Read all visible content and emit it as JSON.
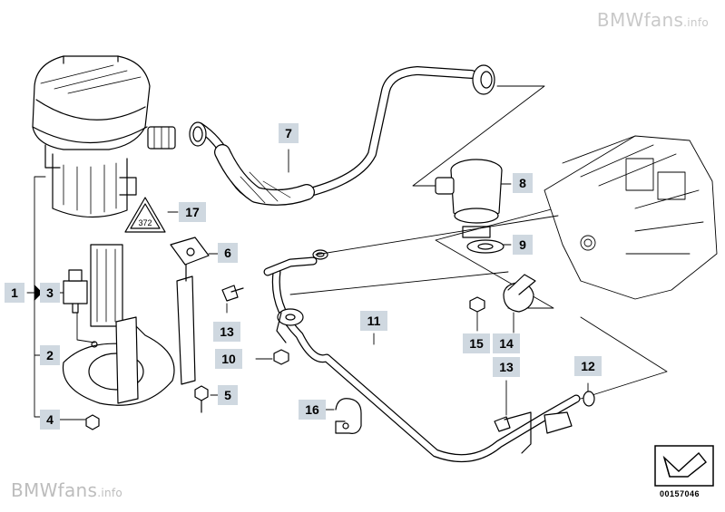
{
  "watermark": {
    "brand": "BMWfans",
    "domain": ".info"
  },
  "part_number": "00157046",
  "callouts": {
    "c1": "1",
    "c2": "2",
    "c3": "3",
    "c4": "4",
    "c5": "5",
    "c6": "6",
    "c7": "7",
    "c8": "8",
    "c9": "9",
    "c10": "10",
    "c11": "11",
    "c12": "12",
    "c13a": "13",
    "c13b": "13",
    "c14": "14",
    "c15": "15",
    "c16": "16",
    "c17": "17"
  },
  "colors": {
    "callout_bg": "#cfd8e0",
    "line": "#000000",
    "watermark": "#c9c9c9"
  }
}
